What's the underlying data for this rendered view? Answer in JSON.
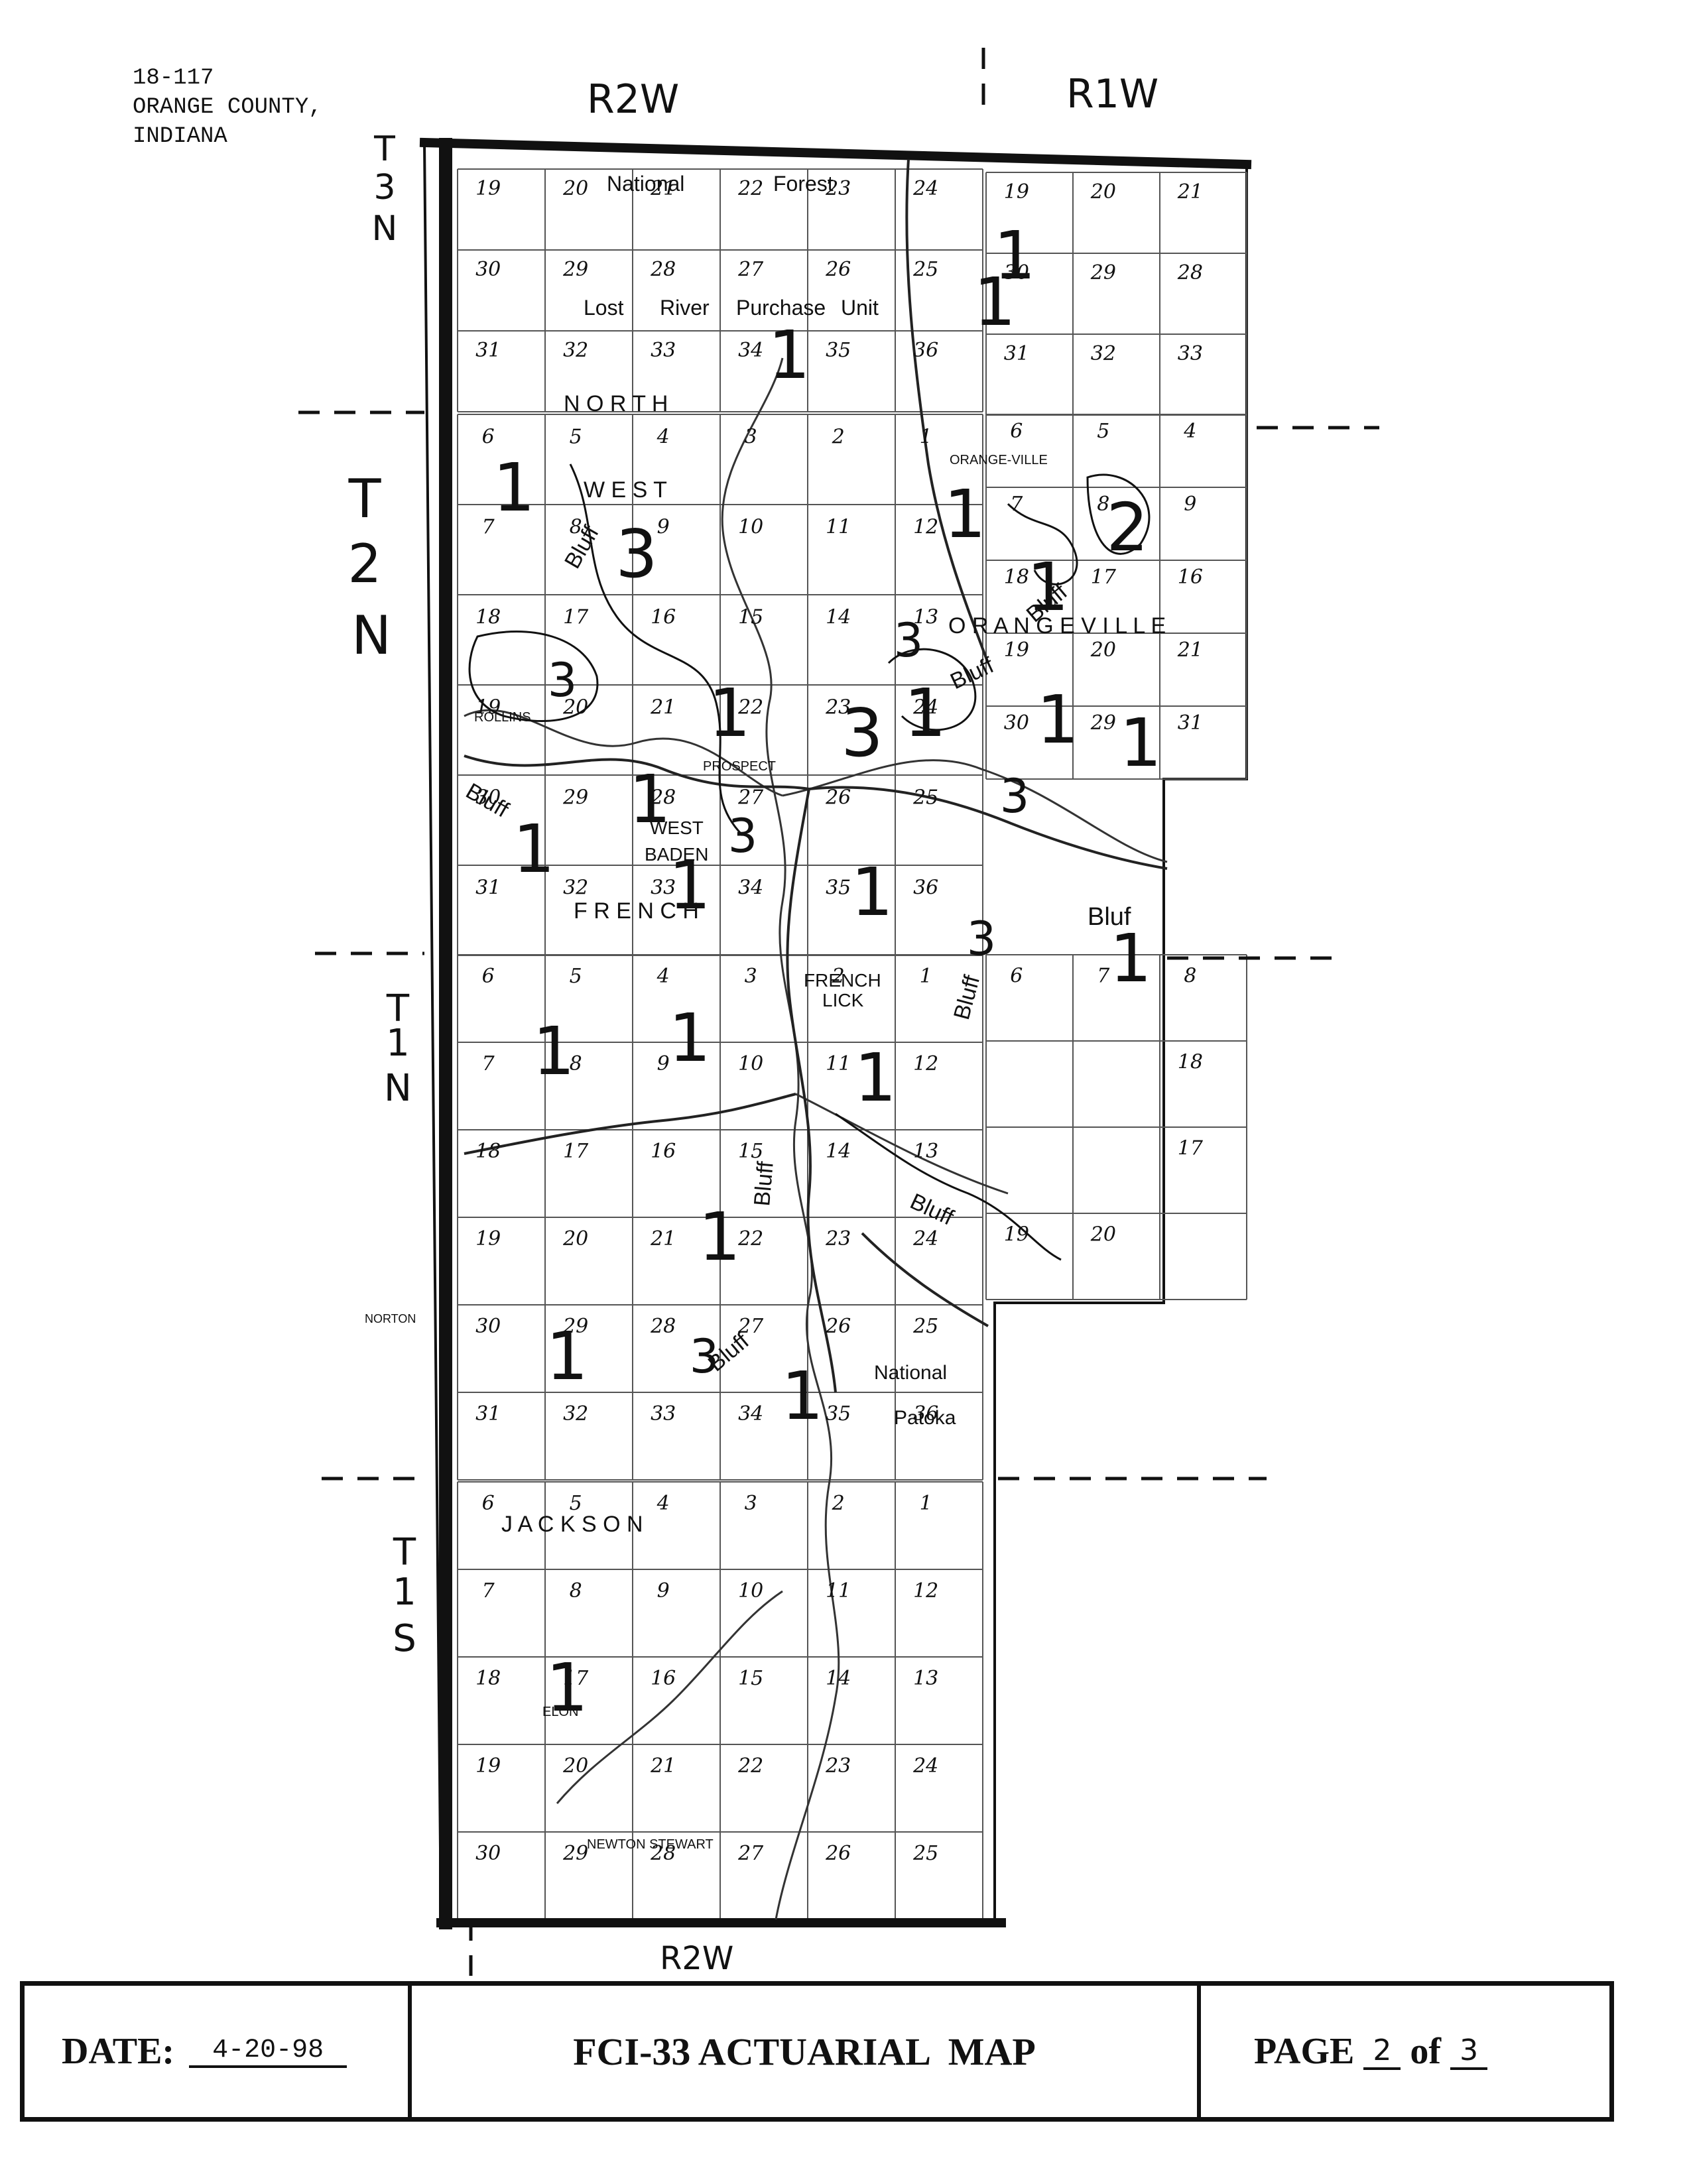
{
  "header": {
    "map_id": "18-117",
    "county": "ORANGE COUNTY,",
    "state": "INDIANA"
  },
  "ranges": {
    "top_left": "R2W",
    "top_right": "R1W",
    "bottom": "R2W"
  },
  "townships": {
    "t3n": [
      "T",
      "3",
      "N"
    ],
    "t2n": [
      "T",
      "2",
      "N"
    ],
    "t1n": [
      "T",
      "1",
      "N"
    ],
    "t1s": [
      "T",
      "1",
      "S"
    ]
  },
  "places": {
    "national": "National",
    "forest": "Forest",
    "lost": "Lost",
    "river": "River",
    "purchase": "Purchase",
    "unit": "Unit",
    "north": "N O R T H",
    "west": "W E S T",
    "orangeville_area": "O R A N G E V I L L E",
    "orangeville_town": "ORANGE-VILLE",
    "rollins": "ROLLINS",
    "prospect": "PROSPECT",
    "west_baden_1": "WEST",
    "west_baden_2": "BADEN",
    "french_lick_twp": "F R E N C H",
    "french_lick_1": "FRENCH",
    "french_lick_2": "LICK",
    "norton": "NORTON",
    "national2": "National",
    "patoka": "Patoka",
    "jackson": "J A C K S O N",
    "elon": "ELON",
    "newton_stewart": "NEWTON STEWART",
    "bluff": "Bluff",
    "bluf": "Bluf"
  },
  "sections": {
    "t3n_r2w": [
      "19",
      "20",
      "21",
      "22",
      "23",
      "24",
      "30",
      "29",
      "28",
      "27",
      "26",
      "25",
      "31",
      "32",
      "33",
      "34",
      "35",
      "36"
    ],
    "t3n_r1w": [
      "19",
      "20",
      "21",
      "30",
      "29",
      "28",
      "31",
      "32",
      "33"
    ],
    "t2n_r2w": [
      "6",
      "5",
      "4",
      "3",
      "2",
      "1",
      "7",
      "8",
      "9",
      "10",
      "11",
      "12",
      "18",
      "17",
      "16",
      "15",
      "14",
      "13",
      "19",
      "20",
      "21",
      "22",
      "23",
      "24",
      "30",
      "29",
      "28",
      "27",
      "26",
      "25",
      "31",
      "32",
      "33",
      "34",
      "35",
      "36"
    ],
    "t2n_r1w": [
      "6",
      "5",
      "4",
      "7",
      "8",
      "9",
      "18",
      "17",
      "16",
      "19",
      "20",
      "21",
      "30",
      "29",
      "31"
    ],
    "t1n_r2w": [
      "6",
      "5",
      "4",
      "3",
      "2",
      "1",
      "7",
      "8",
      "9",
      "10",
      "11",
      "12",
      "18",
      "17",
      "16",
      "15",
      "14",
      "13",
      "19",
      "20",
      "21",
      "22",
      "23",
      "24",
      "30",
      "29",
      "28",
      "27",
      "26",
      "25",
      "31",
      "32",
      "33",
      "34",
      "35",
      "36"
    ],
    "t1n_r1w": [
      "6",
      "7",
      "8",
      "18",
      "17",
      "19",
      "20"
    ],
    "t1s_r2w": [
      "6",
      "5",
      "4",
      "3",
      "2",
      "1",
      "7",
      "8",
      "9",
      "10",
      "11",
      "12",
      "18",
      "17",
      "16",
      "15",
      "14",
      "13",
      "19",
      "20",
      "21",
      "22",
      "23",
      "24",
      "30",
      "29",
      "28",
      "27",
      "26",
      "25"
    ]
  },
  "zones": [
    "1",
    "1",
    "1",
    "1",
    "1",
    "1",
    "1",
    "1",
    "1",
    "1",
    "1",
    "1",
    "1",
    "1",
    "1",
    "1",
    "1",
    "1",
    "1",
    "1",
    "1",
    "1",
    "2",
    "3",
    "3",
    "3",
    "3",
    "3",
    "3",
    "3",
    "3"
  ],
  "footer": {
    "date_label": "DATE:",
    "date_value": "4-20-98",
    "title": "FCI-33 ACTUARIAL  MAP",
    "page_label": "PAGE",
    "page_number": "2",
    "of_label": "of",
    "page_total": "3"
  },
  "colors": {
    "ink": "#111111",
    "paper": "#ffffff",
    "grid": "#555555"
  }
}
